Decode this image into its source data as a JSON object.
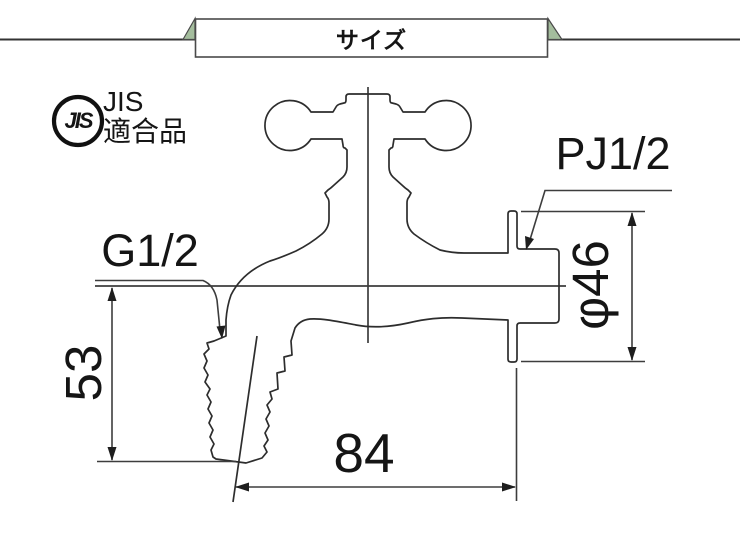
{
  "page": {
    "background": "#ffffff"
  },
  "header": {
    "tab_label": "サイズ",
    "accent_green": "#a4bd9d",
    "border_color": "#4a4a4a"
  },
  "certification": {
    "mark_text": "JIS",
    "label_line1": "JIS",
    "label_line2": "適合品"
  },
  "drawing": {
    "thread_labels": {
      "outlet": "G1/2",
      "inlet": "PJ1/2"
    },
    "dimensions": {
      "spout_height": "53",
      "flange_diameter": "φ46",
      "body_length": "84"
    },
    "line_color": "#2d2d2d"
  }
}
